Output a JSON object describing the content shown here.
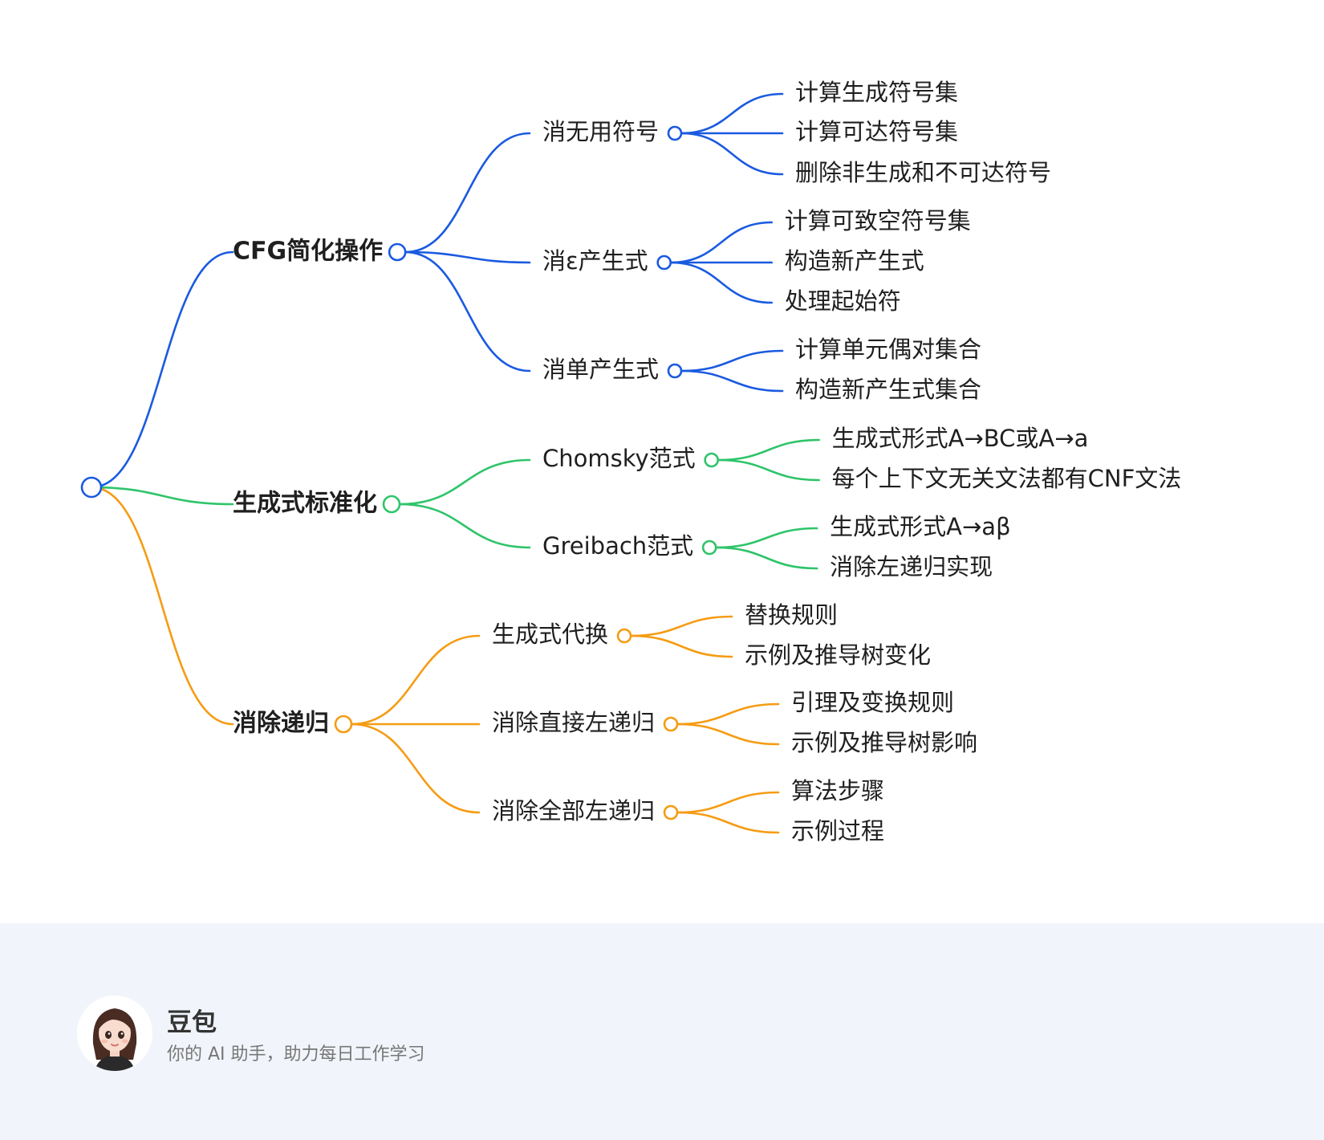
{
  "colors": {
    "blue": "#1a5ae0",
    "green": "#2fc46a",
    "orange": "#f59c14",
    "text": "#1f1f1f"
  },
  "mindmap": {
    "branches": [
      {
        "label": "CFG简化操作",
        "color": "blue",
        "children": [
          {
            "label": "消无用符号",
            "children": [
              "计算生成符号集",
              "计算可达符号集",
              "删除非生成和不可达符号"
            ]
          },
          {
            "label": "消ε产生式",
            "children": [
              "计算可致空符号集",
              "构造新产生式",
              "处理起始符"
            ]
          },
          {
            "label": "消单产生式",
            "children": [
              "计算单元偶对集合",
              "构造新产生式集合"
            ]
          }
        ]
      },
      {
        "label": "生成式标准化",
        "color": "green",
        "children": [
          {
            "label": "Chomsky范式",
            "children": [
              "生成式形式A→BC或A→a",
              "每个上下文无关文法都有CNF文法"
            ]
          },
          {
            "label": "Greibach范式",
            "children": [
              "生成式形式A→aβ",
              "消除左递归实现"
            ]
          }
        ]
      },
      {
        "label": "消除递归",
        "color": "orange",
        "children": [
          {
            "label": "生成式代换",
            "children": [
              "替换规则",
              "示例及推导树变化"
            ]
          },
          {
            "label": "消除直接左递归",
            "children": [
              "引理及变换规则",
              "示例及推导树影响"
            ]
          },
          {
            "label": "消除全部左递归",
            "children": [
              "算法步骤",
              "示例过程"
            ]
          }
        ]
      }
    ]
  },
  "footer": {
    "avatar_icon": "avatar-girl-icon",
    "brand_name": "豆包",
    "tagline": "你的 AI 助手，助力每日工作学习"
  }
}
